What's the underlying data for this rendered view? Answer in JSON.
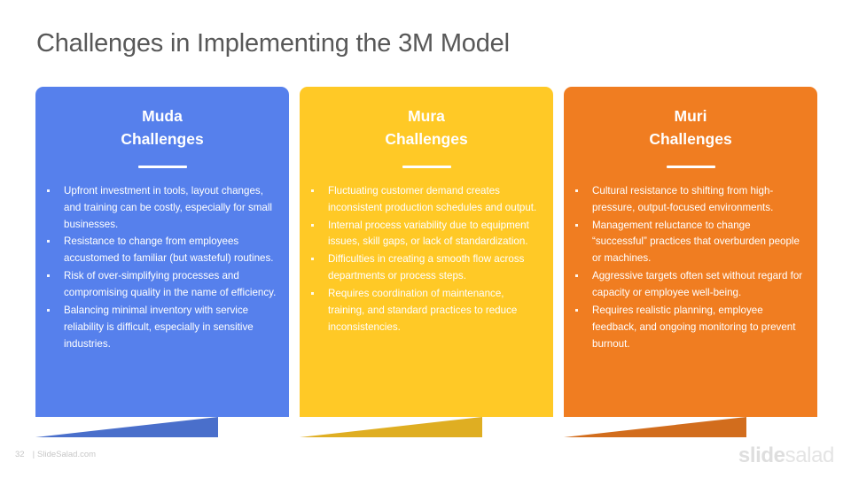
{
  "slide": {
    "title": "Challenges in Implementing the 3M Model",
    "background_color": "#FFFFFF",
    "title_color": "#585858"
  },
  "cards": [
    {
      "heading_line1": "Muda",
      "heading_line2": "Challenges",
      "color": "#5680EC",
      "fold_color": "#4A6FCB",
      "bullets": [
        "Upfront investment in tools, layout changes, and training can be costly, especially for small businesses.",
        "Resistance to change from employees accustomed to familiar (but wasteful) routines.",
        "Risk of over-simplifying processes and compromising quality in the name of efficiency.",
        "Balancing minimal inventory with service reliability is difficult, especially in sensitive industries."
      ]
    },
    {
      "heading_line1": "Mura",
      "heading_line2": "Challenges",
      "color": "#FFC926",
      "fold_color": "#DFAE22",
      "bullets": [
        "Fluctuating customer demand creates inconsistent production schedules and output.",
        "Internal process variability due to equipment issues, skill gaps, or lack of standardization.",
        "Difficulties in creating a smooth flow across departments or process steps.",
        "Requires coordination of maintenance, training, and standard practices to reduce inconsistencies."
      ]
    },
    {
      "heading_line1": "Muri",
      "heading_line2": "Challenges",
      "color": "#F07D21",
      "fold_color": "#D26D1D",
      "bullets": [
        "Cultural resistance to shifting from high-pressure, output-focused environments.",
        "Management reluctance to change “successful” practices that overburden people or machines.",
        "Aggressive targets often set without regard for capacity or employee well-being.",
        "Requires realistic planning, employee feedback, and ongoing monitoring to prevent burnout."
      ]
    }
  ],
  "footer": {
    "page_number": "32",
    "separator": "|",
    "site": "SlideSalad.com",
    "brand_part1": "slide",
    "brand_part2": "salad"
  }
}
